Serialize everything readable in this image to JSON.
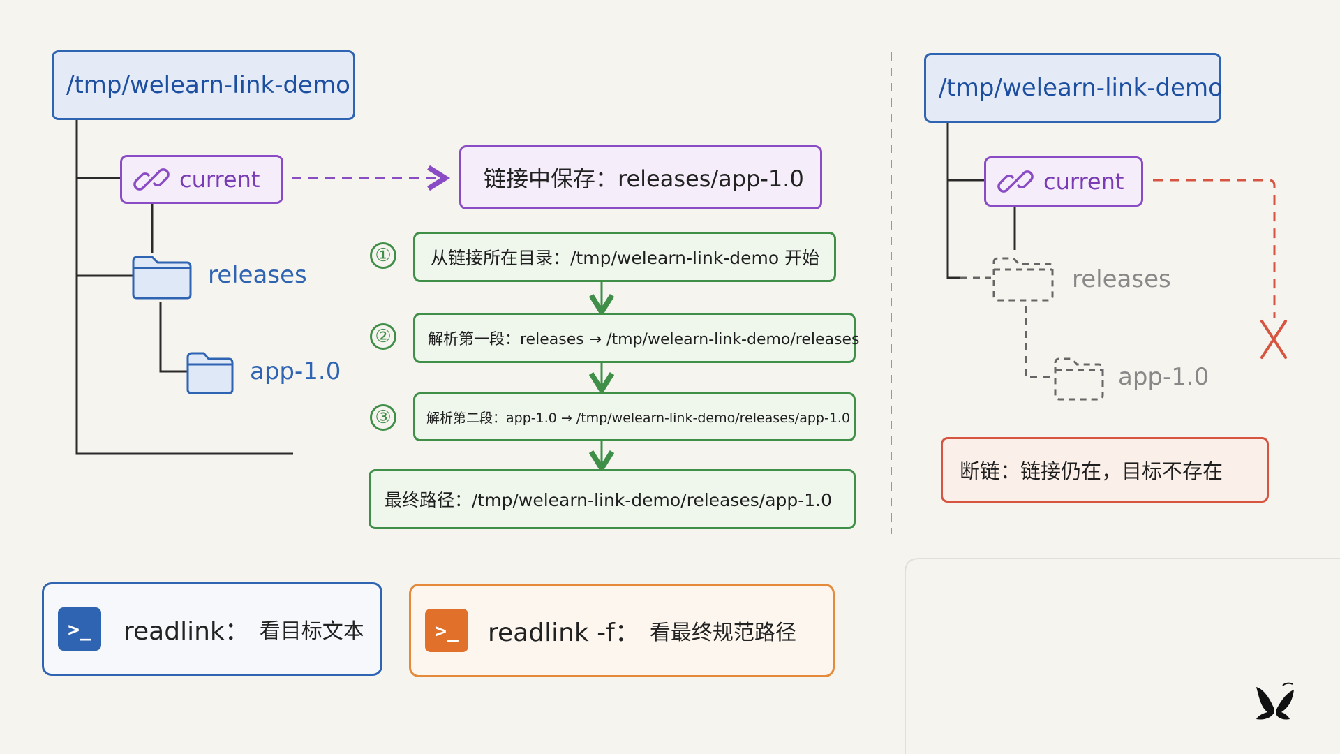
{
  "left_tree": {
    "root_path": "/tmp/welearn-link-demo",
    "link_name": "current",
    "folder_releases": "releases",
    "folder_app": "app-1.0",
    "link_value_box": "链接中保存：releases/app-1.0"
  },
  "steps": [
    {
      "num": "①",
      "text": "从链接所在目录：/tmp/welearn-link-demo 开始"
    },
    {
      "num": "②",
      "text": "解析第一段：releases → /tmp/welearn-link-demo/releases"
    },
    {
      "num": "③",
      "text": "解析第二段：app-1.0 → /tmp/welearn-link-demo/releases/app-1.0"
    }
  ],
  "final_path": "最终路径：/tmp/welearn-link-demo/releases/app-1.0",
  "right_tree": {
    "root_path": "/tmp/welearn-link-demo",
    "link_name": "current",
    "folder_releases": "releases",
    "folder_app": "app-1.0",
    "broken_note": "断链：链接仍在，目标不存在"
  },
  "commands": [
    {
      "icon": ">_",
      "cmd": "readlink：",
      "desc": "看目标文本",
      "color": "#2f64b3"
    },
    {
      "icon": ">_",
      "cmd": "readlink -f：",
      "desc": "看最终规范路径",
      "color": "#e0702a"
    }
  ],
  "icons": {
    "link": "link-icon",
    "folder": "folder-icon",
    "terminal": "terminal-icon",
    "broken": "x-mark-icon",
    "logo": "butterfly-logo-icon"
  },
  "colors": {
    "blue": "#2f64b3",
    "purple": "#8a4cc4",
    "green": "#3f8f48",
    "red": "#d65440",
    "orange": "#e58a3a"
  }
}
